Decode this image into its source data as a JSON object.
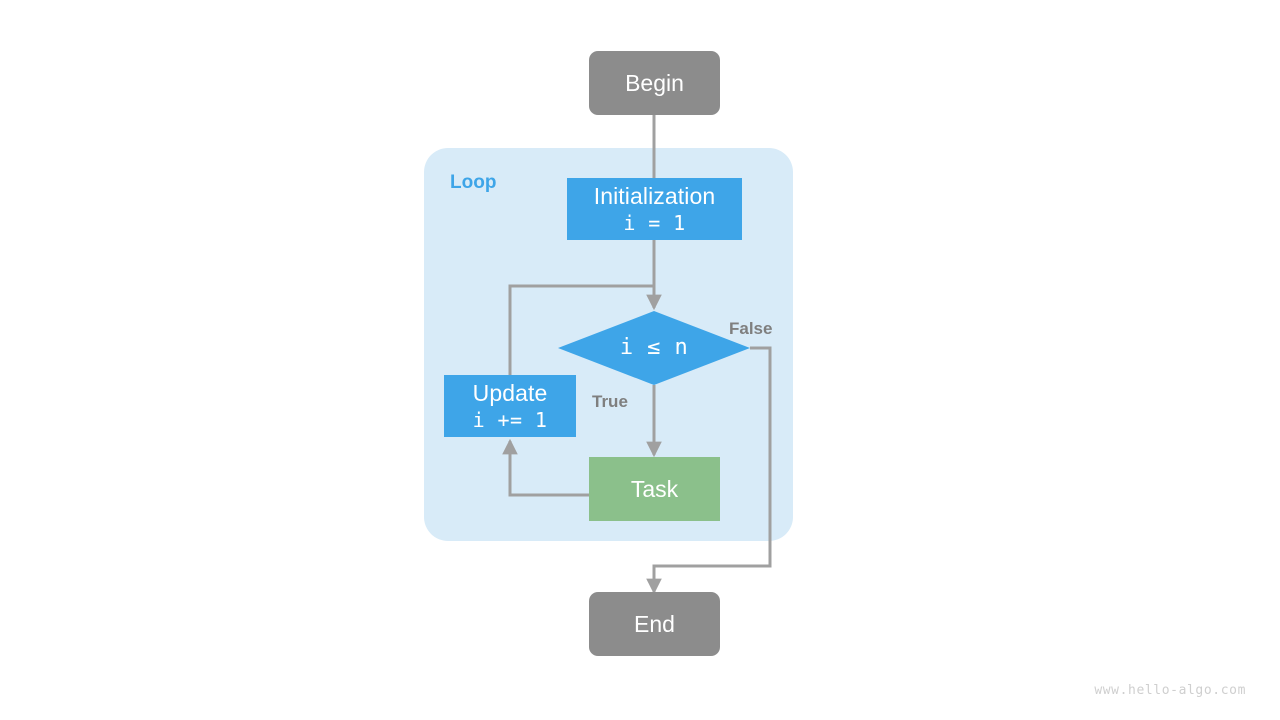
{
  "diagram": {
    "title_watermark": "www.hello-algo.com",
    "group": {
      "caption": "Loop",
      "caption_color": "#3ea5e8",
      "fill": "#d8ebf8"
    },
    "colors": {
      "terminal": "#8c8c8c",
      "process_blue": "#3ea5e8",
      "process_green": "#8bc08b",
      "edge": "#a0a0a0",
      "label_text": "#7f7f7f",
      "node_text": "#ffffff",
      "background": "#ffffff"
    },
    "nodes": [
      {
        "id": "begin",
        "name": "begin-node",
        "shape": "rounded-rect",
        "fill": "#8c8c8c",
        "lines": [
          "Begin"
        ],
        "code_lines": []
      },
      {
        "id": "initialization",
        "name": "initialization-node",
        "shape": "rect",
        "fill": "#3ea5e8",
        "lines": [
          "Initialization"
        ],
        "code_lines": [
          "i = 1"
        ]
      },
      {
        "id": "condition",
        "name": "condition-node",
        "shape": "diamond",
        "fill": "#3ea5e8",
        "lines": [],
        "code_lines": [
          "i ≤ n"
        ]
      },
      {
        "id": "update",
        "name": "update-node",
        "shape": "rect",
        "fill": "#3ea5e8",
        "lines": [
          "Update"
        ],
        "code_lines": [
          "i += 1"
        ]
      },
      {
        "id": "task",
        "name": "task-node",
        "shape": "rect",
        "fill": "#8bc08b",
        "lines": [
          "Task"
        ],
        "code_lines": []
      },
      {
        "id": "end",
        "name": "end-node",
        "shape": "rounded-rect",
        "fill": "#8c8c8c",
        "lines": [
          "End"
        ],
        "code_lines": []
      }
    ],
    "edge_labels": [
      {
        "id": "true",
        "name": "edge-label-true",
        "text": "True"
      },
      {
        "id": "false",
        "name": "edge-label-false",
        "text": "False"
      }
    ],
    "edges": [
      {
        "from": "begin",
        "to": "initialization",
        "label": ""
      },
      {
        "from": "initialization",
        "to": "condition",
        "label": ""
      },
      {
        "from": "condition",
        "to": "task",
        "label": "True"
      },
      {
        "from": "condition",
        "to": "end",
        "label": "False"
      },
      {
        "from": "task",
        "to": "update",
        "label": ""
      },
      {
        "from": "update",
        "to": "condition",
        "label": ""
      }
    ]
  }
}
